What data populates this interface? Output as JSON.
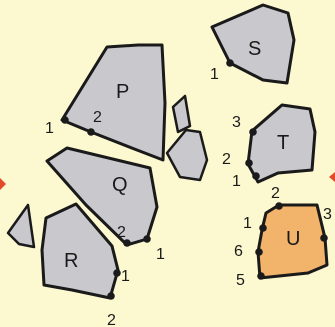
{
  "colors": {
    "background": "#fcf8cf",
    "piece": "#c9c9cd",
    "highlight": "#f2b46a",
    "outline": "#1a1a1a",
    "arrow": "#e24a2a"
  },
  "pieces": {
    "P": {
      "label": "P",
      "vertices": [
        "1",
        "2"
      ]
    },
    "Q": {
      "label": "Q",
      "vertices": [
        "2",
        "1"
      ]
    },
    "R": {
      "label": "R",
      "vertices": [
        "1",
        "2"
      ]
    },
    "S": {
      "label": "S",
      "vertices": [
        "1"
      ]
    },
    "T": {
      "label": "T",
      "vertices": [
        "3",
        "2",
        "1"
      ]
    },
    "U": {
      "label": "U",
      "vertices": [
        "2",
        "3",
        "1",
        "6",
        "5"
      ]
    }
  }
}
